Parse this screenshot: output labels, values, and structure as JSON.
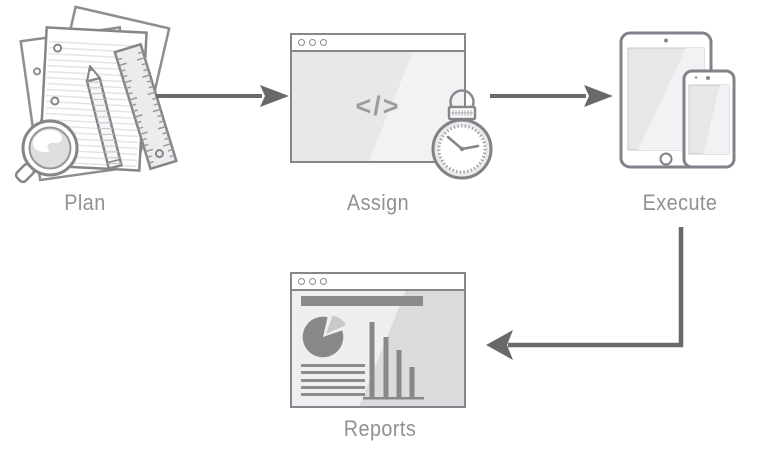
{
  "diagram": {
    "steps": [
      {
        "id": "plan",
        "label": "Plan",
        "icon": "plan-papers-pencil-ruler-coffee-icon"
      },
      {
        "id": "assign",
        "label": "Assign",
        "icon": "browser-code-window-icon",
        "code_glyph": "</>",
        "secondary_icon": "stopwatch-icon"
      },
      {
        "id": "execute",
        "label": "Execute",
        "icon": "tablet-and-phone-icon"
      },
      {
        "id": "reports",
        "label": "Reports",
        "icon": "browser-analytics-window-icon"
      }
    ],
    "connections": [
      {
        "from": "Plan",
        "to": "Assign",
        "shape": "straight-right-arrow"
      },
      {
        "from": "Assign",
        "to": "Execute",
        "shape": "straight-right-arrow"
      },
      {
        "from": "Execute",
        "to": "Reports",
        "shape": "elbow-down-left-arrow"
      }
    ],
    "window_controls_dots": 3,
    "reports_placeholders": {
      "text_lines": 5,
      "bar_count": 4,
      "has_pie_chart": true,
      "has_header_bar": true
    },
    "colors": {
      "outline": "#87878b",
      "arrow": "#69696b",
      "label_text": "#919193",
      "dark_fill": "#8b8b8d",
      "light_fill": "#e8e8ea",
      "background": "#ffffff"
    }
  }
}
